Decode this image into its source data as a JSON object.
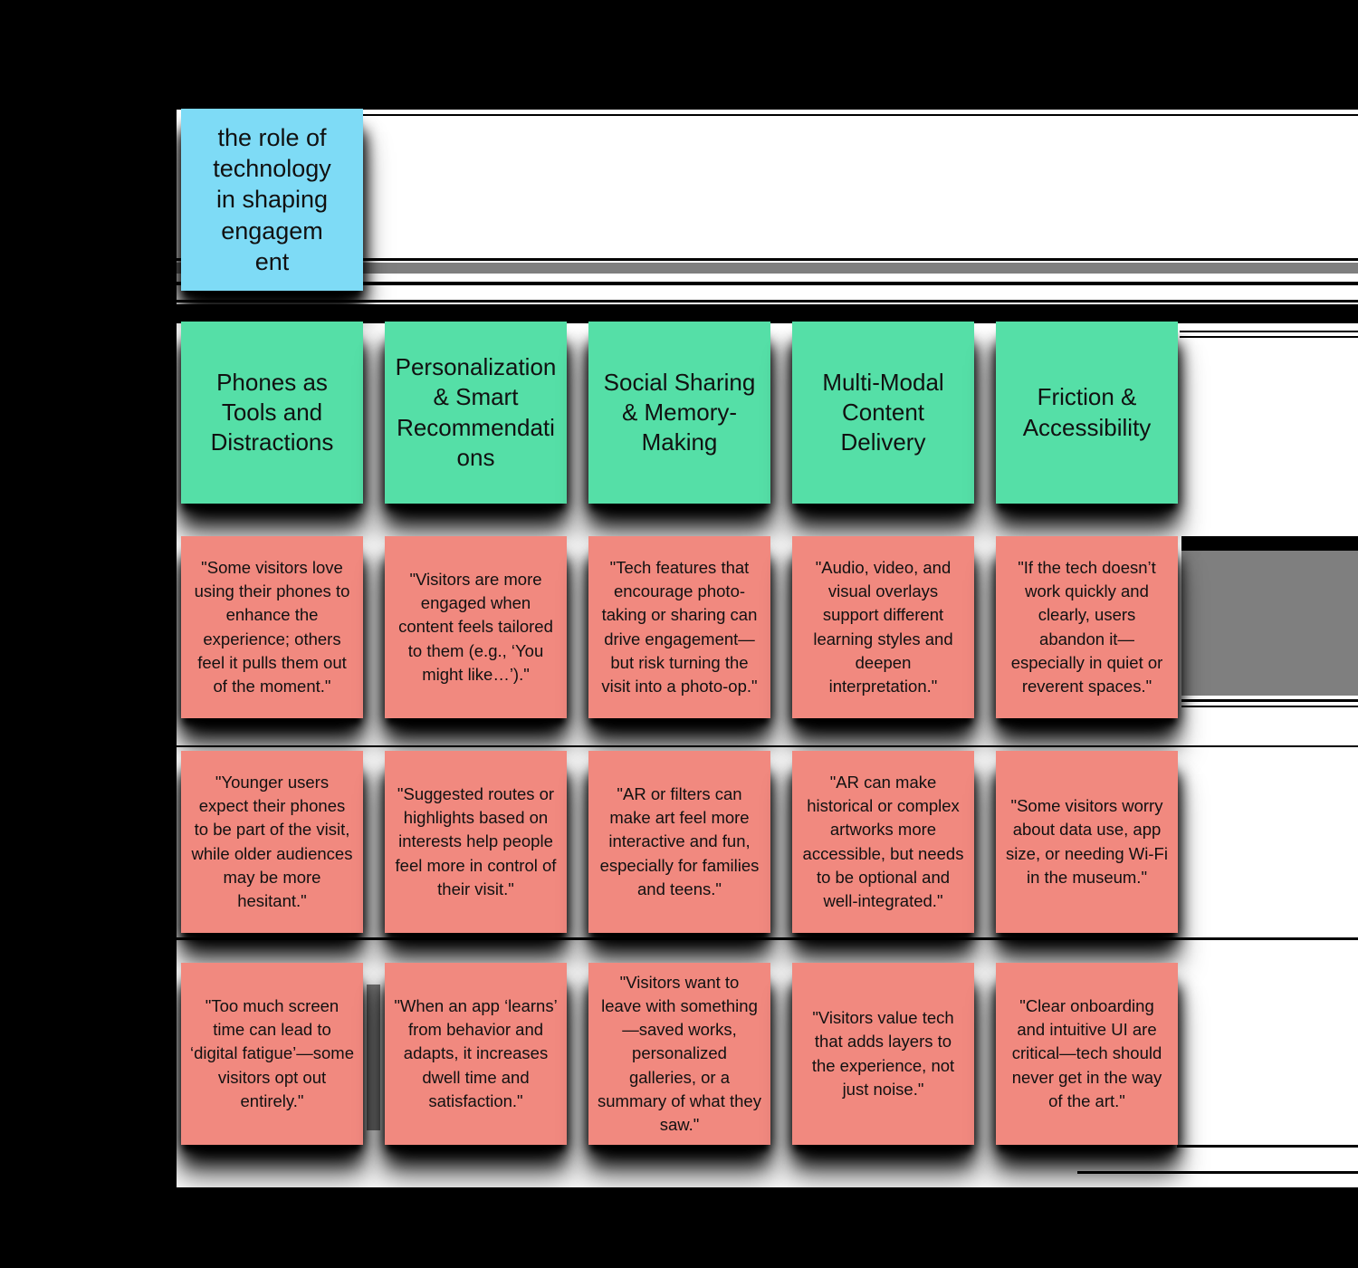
{
  "board": {
    "topic_note": {
      "text": "the role of\ntechnology\nin shaping\nengagem\nent",
      "color": "#7EDBF6"
    },
    "colors": {
      "topic_note": "#7EDBF6",
      "header_note": "#55DFA7",
      "quote_note": "#F1897F",
      "canvas": "#FFFFFF",
      "background": "#000000",
      "artifact_gray": "#7F7F7F",
      "text": "#111111"
    },
    "columns": [
      {
        "header": "Phones as Tools and Distractions",
        "quotes": [
          "\"Some visitors love using their phones to enhance the experience; others feel it pulls them out of the moment.\"",
          "\"Younger users expect their phones to be part of the visit, while older audiences may be more hesitant.\"",
          "\"Too much screen time can lead to ‘digital fatigue’—some visitors opt out entirely.\""
        ]
      },
      {
        "header": "Personalization & Smart Recommendations",
        "quotes": [
          "\"Visitors are more engaged when content feels tailored to them (e.g., ‘You might like…’).\"",
          "\"Suggested routes or highlights based on interests help people feel more in control of their visit.\"",
          "\"When an app ‘learns’ from behavior and adapts, it increases dwell time and satisfaction.\""
        ]
      },
      {
        "header": "Social Sharing & Memory-Making",
        "quotes": [
          "\"Tech features that encourage photo-taking or sharing can drive engagement—but risk turning the visit into a photo-op.\"",
          "\"AR or filters can make art feel more interactive and fun, especially for families and teens.\"",
          "\"Visitors want to leave with something—saved works, personalized galleries, or a summary of what they saw.\""
        ]
      },
      {
        "header": "Multi-Modal Content Delivery",
        "quotes": [
          "\"Audio, video, and visual overlays support different learning styles and deepen interpretation.\"",
          "\"AR can make historical or complex artworks more accessible, but needs to be optional and well-integrated.\"",
          "\"Visitors value tech that adds layers to the experience, not just noise.\""
        ]
      },
      {
        "header": "Friction & Accessibility",
        "quotes": [
          "\"If the tech doesn’t work quickly and clearly, users abandon it—especially in quiet or reverent spaces.\"",
          "\"Some visitors worry about data use, app size, or needing Wi-Fi in the museum.\"",
          "\"Clear onboarding and intuitive UI are critical—tech should never get in the way of the art.\""
        ]
      }
    ]
  }
}
